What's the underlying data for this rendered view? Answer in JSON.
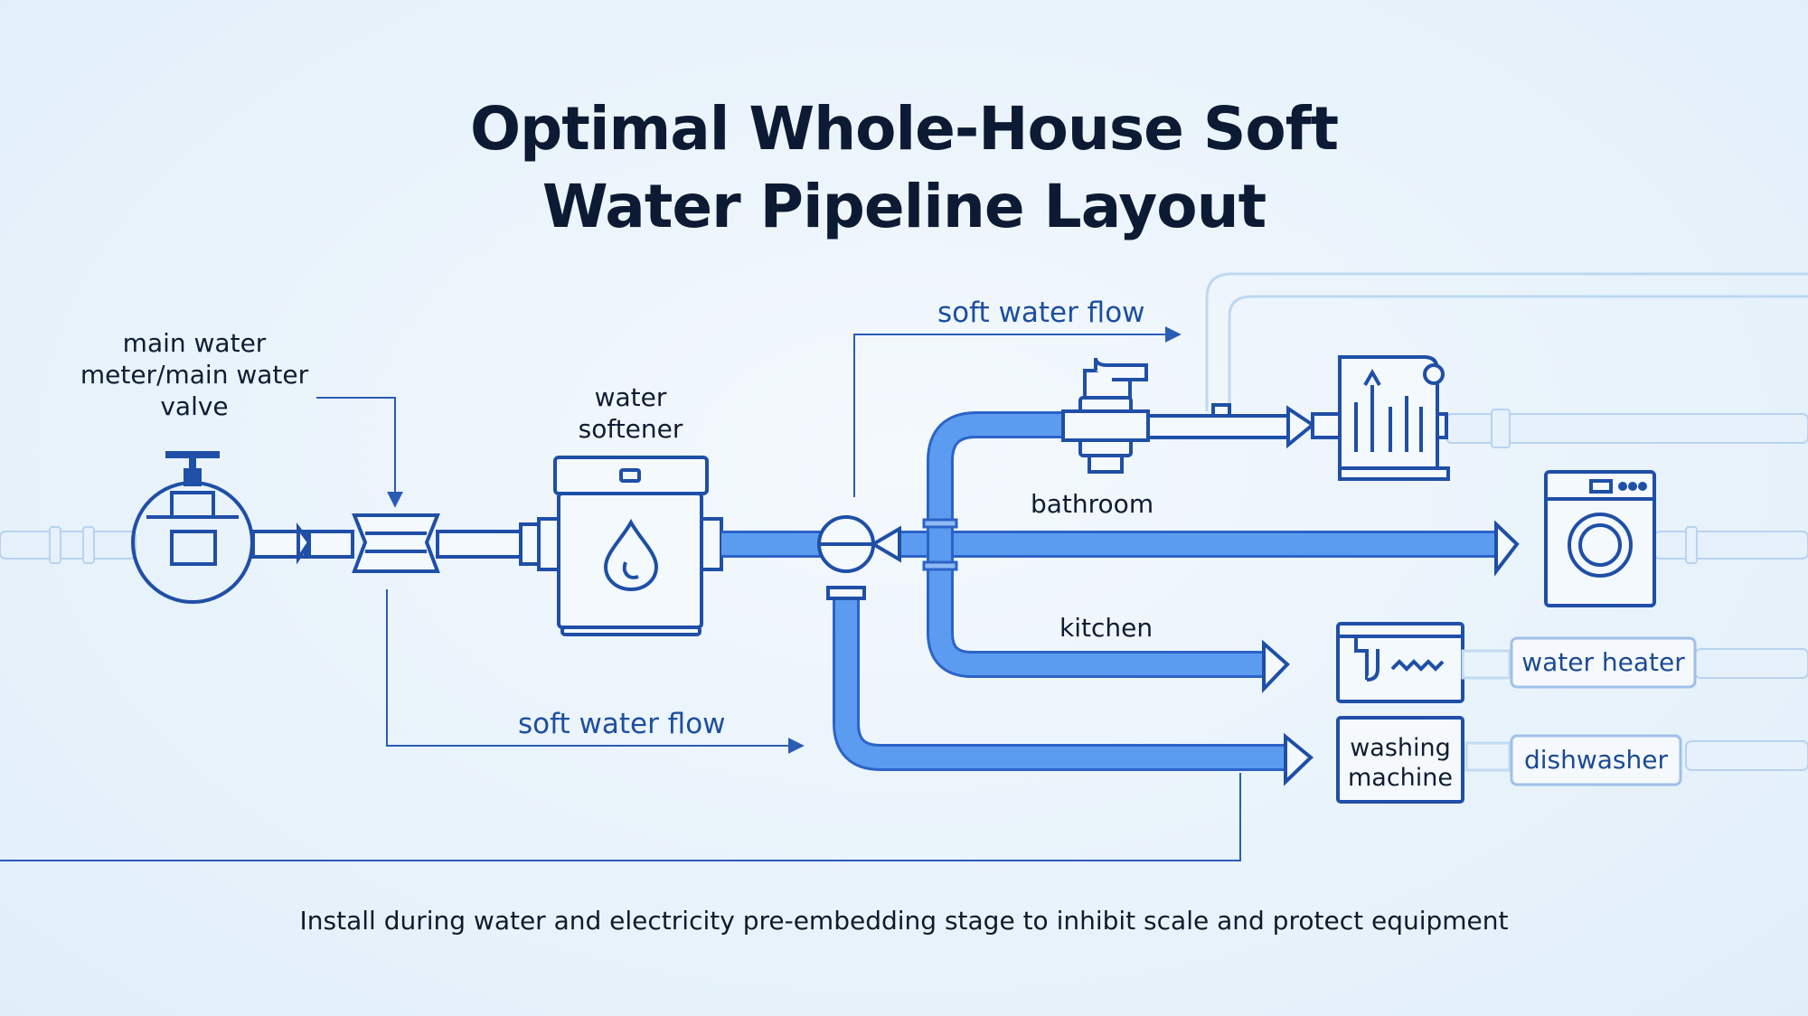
{
  "title": {
    "line1": "Optimal Whole-House Soft",
    "line2": "Water Pipeline Layout"
  },
  "labels": {
    "main_meter": [
      "main water",
      "meter/main water",
      "valve"
    ],
    "water_softener": [
      "water",
      "softener"
    ],
    "soft_flow_top": "soft water flow",
    "soft_flow_bottom": "soft water flow",
    "bathroom": "bathroom",
    "kitchen": "kitchen",
    "water_heater": "water heater",
    "washing_machine": [
      "washing",
      "machine"
    ],
    "dishwasher": "dishwasher"
  },
  "footer": "Install during water and electricity pre-embedding stage to inhibit scale and protect equipment",
  "colors": {
    "pipe_fill": "#5b9cf0",
    "pipe_outline": "#2c63c8",
    "icon_stroke": "#1f4fa6",
    "faint_pipe": "#cfe3f6",
    "annotation": "#2b5cb5",
    "text_dark": "#0c1a33"
  },
  "icons": {
    "valve": "main-valve-icon",
    "filter": "filter-icon",
    "softener": "water-softener-icon",
    "junction": "junction-icon",
    "bathroom_fixture": "bathroom-fixture-icon",
    "washer": "washing-machine-icon",
    "sink": "kitchen-sink-icon"
  }
}
